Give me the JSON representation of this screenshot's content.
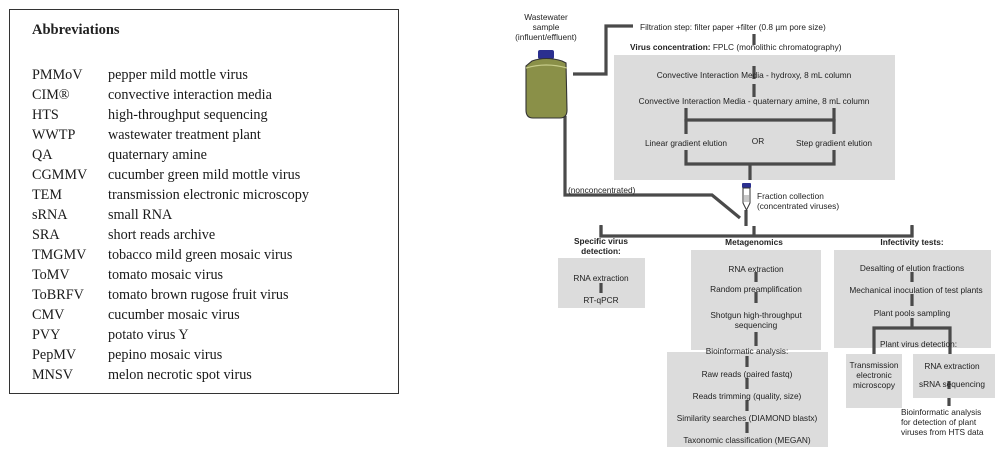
{
  "abbreviations": {
    "title": "Abbreviations",
    "items": [
      {
        "abbr": "PMMoV",
        "full": "pepper mild mottle virus"
      },
      {
        "abbr": "CIM®",
        "full": "convective interaction media"
      },
      {
        "abbr": "HTS",
        "full": "high-throughput sequencing"
      },
      {
        "abbr": "WWTP",
        "full": "wastewater treatment plant"
      },
      {
        "abbr": "QA",
        "full": "quaternary amine"
      },
      {
        "abbr": "CGMMV",
        "full": "cucumber green mild mottle virus"
      },
      {
        "abbr": "TEM",
        "full": "transmission electronic microscopy"
      },
      {
        "abbr": "sRNA",
        "full": "small RNA"
      },
      {
        "abbr": "SRA",
        "full": "short reads archive"
      },
      {
        "abbr": "TMGMV",
        "full": "tobacco mild green mosaic virus"
      },
      {
        "abbr": "ToMV",
        "full": "tomato mosaic virus"
      },
      {
        "abbr": "ToBRFV",
        "full": "tomato brown rugose fruit virus"
      },
      {
        "abbr": "CMV",
        "full": "cucumber mosaic virus"
      },
      {
        "abbr": "PVY",
        "full": "potato virus Y"
      },
      {
        "abbr": "PepMV",
        "full": "pepino mosaic virus"
      },
      {
        "abbr": "MNSV",
        "full": "melon necrotic spot virus"
      }
    ]
  },
  "flow": {
    "sample": [
      "Wastewater",
      "sample",
      "(influent/effluent)"
    ],
    "filtration": "Filtration step: filter paper +filter (0.8 µm pore size)",
    "concentration_label": "Virus concentration:",
    "concentration_method": " FPLC (monolithic chromatography)",
    "cim_hydroxy": "Convective Interaction Media - hydroxy, 8 mL column",
    "cim_qa": "Convective Interaction Media - quaternary amine, 8 mL column",
    "linear": "Linear gradient elution",
    "or": "OR",
    "step": "Step gradient elution",
    "nonconc": "(nonconcentrated)",
    "fraction": [
      "Fraction collection",
      "(concentrated viruses)"
    ],
    "specific_title": [
      "Specific virus",
      "detection:"
    ],
    "rna_extraction": "RNA extraction",
    "rtqpcr": "RT-qPCR",
    "meta_title": "Metagenomics",
    "meta_rna": "RNA extraction",
    "random": "Random preamplification",
    "shotgun": [
      "Shotgun high-throughput",
      "sequencing"
    ],
    "bioinf": "Bioinformatic analysis:",
    "raw": "Raw reads (paired fastq)",
    "trim": "Reads trimming (quality, size)",
    "similarity": "Similarity searches (DIAMOND blastx)",
    "taxonomic": "Taxonomic classification (MEGAN)",
    "infect_title": "Infectivity tests:",
    "desalting": "Desalting of elution fractions",
    "mechanical": "Mechanical inoculation of test plants",
    "pools": "Plant pools sampling",
    "plant_detect": "Plant virus detection:",
    "tem": [
      "Transmission",
      "electronic",
      "microscopy"
    ],
    "rna_ex2": "RNA extraction",
    "srna_seq": "sRNA sequencing",
    "bioinf2": [
      "Bioinformatic analysis",
      "for detection of plant",
      "viruses from HTS data"
    ]
  },
  "colors": {
    "box_fill": "#dcdcdc",
    "connector": "#4a4a4a",
    "sample_liquid": "#8a9048",
    "tube_cap": "#2b2f8f"
  }
}
